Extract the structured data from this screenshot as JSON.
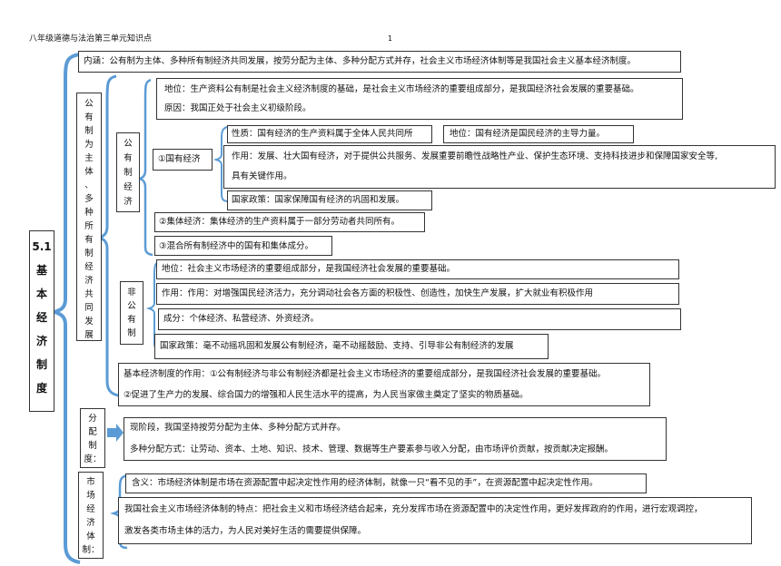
{
  "header": {
    "title": "八年级道德与法治第三单元知识点",
    "page_number": "1"
  },
  "main": {
    "connotation": "内涵：公有制为主体、多种所有制经济共同发展，按劳分配为主体、多种分配方式并存，社会主义市场经济体制等是我国社会主义基本经济制度。",
    "section_label": [
      "5.1",
      "基",
      "本",
      "经",
      "济",
      "制",
      "度"
    ],
    "public_ownership_label": [
      "公",
      "有",
      "制",
      "为",
      "主",
      "体",
      "、",
      "多",
      "种",
      "所",
      "有",
      "制",
      "经",
      "济",
      "共",
      "同",
      "发",
      "展"
    ],
    "public_label": [
      "公",
      "有",
      "制",
      "经",
      "济"
    ],
    "public_status": "地位：生产资料公有制是社会主义经济制度的基础，是社会主义市场经济的重要组成部分，是我国经济社会发展的重要基础。",
    "public_reason": "原因：我国正处于社会主义初级阶段。",
    "state_label": "①国有经济",
    "state_nature": "性质：国有经济的生产资料属于全体人民共同所",
    "state_status": "地位：国有经济是国民经济的主导力量。",
    "state_role_line1": "作用：发展、壮大国有经济，对于提供公共服务、发展重要前瞻性战略性产业、保护生态环境、支持科技进步和保障国家安全等,",
    "state_role_line2": "具有关键作用。",
    "state_policy": "国家政策：国家保障国有经济的巩固和发展。",
    "collective": "②集体经济：集体经济的生产资料属于一部分劳动者共同所有。",
    "mixed": "③混合所有制经济中的国有和集体成分。",
    "nonpublic_label": [
      "非",
      "公",
      "有",
      "制"
    ],
    "nonpublic_status": "地位：社会主义市场经济的重要组成部分，是我国经济社会发展的重要基础。",
    "nonpublic_role": "作用：作用：对增强国民经济活力，充分调动社会各方面的积极性、创造性，加快生产发展，扩大就业有积极作用",
    "nonpublic_components": "成分：个体经济、私营经济、外资经济。",
    "nonpublic_policy": "国家政策：毫不动摇巩固和发展公有制经济，毫不动摇鼓励、支持、引导非公有制经济的发展",
    "basic_role_line1": "基本经济制度的作用：①公有制经济与非公有制经济都是社会主义市场经济的重要组成部分，是我国经济社会发展的重要基础。",
    "basic_role_line2": "②促进了生产力的发展、综合国力的增强和人民生活水平的提高，为人民当家做主奠定了坚实的物质基础。",
    "distribution_label": [
      "分",
      "配",
      "制",
      "度："
    ],
    "distribution_line1": "现阶段，我国坚持按劳分配为主体、多种分配方式并存。",
    "distribution_line2": "多种分配方式：让劳动、资本、土地、知识、技术、管理、数据等生产要素参与收入分配，由市场评价贡献，按贡献决定报酬。",
    "market_label": [
      "市",
      "场",
      "经",
      "济",
      "体",
      "制："
    ],
    "market_meaning": "含义：市场经济体制是市场在资源配置中起决定性作用的经济体制，就像一只“看不见的手”，在资源配置中起决定性作用。",
    "market_feature_line1": "我国社会主义市场经济体制的特点：把社会主义和市场经济结合起来，充分发挥市场在资源配置中的决定性作用，更好发挥政府的作用，进行宏观调控，",
    "market_feature_line2": "激发各类市场主体的活力，为人民对美好生活的需要提供保障。",
    "colors": {
      "bracket": "#5b9bd5",
      "text": "#111111",
      "border": "#333333"
    }
  }
}
